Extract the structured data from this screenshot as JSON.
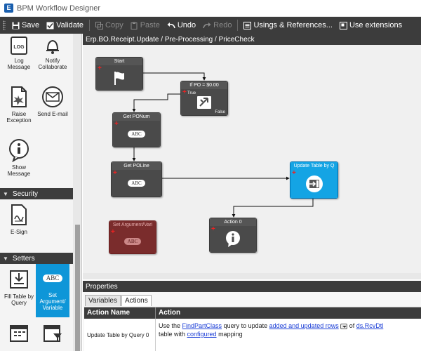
{
  "window": {
    "title": "BPM Workflow Designer"
  },
  "toolbar": {
    "save": "Save",
    "validate": "Validate",
    "copy": "Copy",
    "paste": "Paste",
    "undo": "Undo",
    "redo": "Redo",
    "usings": "Usings & References...",
    "extensions": "Use extensions"
  },
  "toolbox": {
    "tools_top": [
      {
        "label": "Log Message",
        "icon": "log-icon"
      },
      {
        "label": "Notify Collaborate",
        "icon": "bell-icon"
      },
      {
        "label": "Raise Exception",
        "icon": "raise-exception-icon"
      },
      {
        "label": "Send E-mail",
        "icon": "email-icon"
      },
      {
        "label": "Show Message",
        "icon": "info-icon"
      }
    ],
    "security_header": "Security",
    "esign": "E-Sign",
    "setters_header": "Setters",
    "fill_table": "Fill Table by Query",
    "set_argument": "Set Argument/ Variable",
    "set_argument_icon_text": "ABC"
  },
  "canvas": {
    "title": "Erp.BO.Receipt.Update / Pre-Processing / PriceCheck",
    "nodes": {
      "start": "Start",
      "if_po": "If PO = $0.00",
      "if_true": "True",
      "if_false": "False",
      "get_ponum": "Get PONum",
      "get_poline": "Get POLine",
      "update_table": "Update Table by Q",
      "set_argument": "Set Argument/Vari",
      "action0": "Action 0",
      "abc": "ABC"
    }
  },
  "properties": {
    "title": "Properties",
    "tabs": [
      "Variables",
      "Actions"
    ],
    "columns": [
      "Action Name",
      "Action"
    ],
    "row": {
      "name": "Update Table by Query 0",
      "t1": "Use the ",
      "link1": "FindPartClass",
      "t2": " query to update ",
      "link2": "added and updated rows",
      "t3": " of ",
      "link3": "ds.RcvDtl",
      "t4": "table with ",
      "link4": "configured",
      "t5": " mapping"
    }
  }
}
